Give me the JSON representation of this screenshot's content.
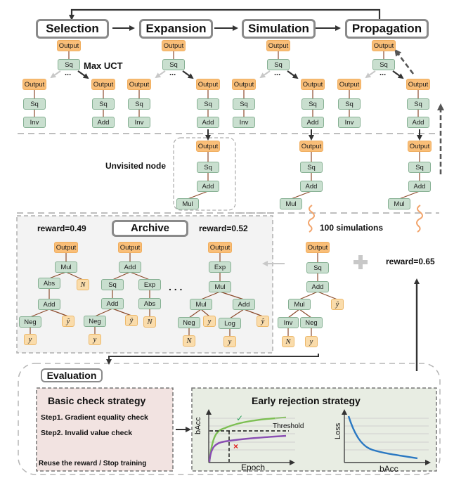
{
  "stages": {
    "selection": "Selection",
    "expansion": "Expansion",
    "simulation": "Simulation",
    "propagation": "Propagation"
  },
  "annotations": {
    "max_uct": "Max UCT",
    "unvisited_node": "Unvisited node",
    "simulations": "100 simulations",
    "ellipsis": "...",
    "archive_ellipsis": ". . ."
  },
  "archive": {
    "title": "Archive",
    "reward_left": "reward=0.49",
    "reward_right": "reward=0.52"
  },
  "new_candidate": {
    "reward": "reward=0.65"
  },
  "nodes": {
    "output": "Output",
    "sq": "Sq",
    "inv": "Inv",
    "add": "Add",
    "mul": "Mul",
    "abs": "Abs",
    "neg": "Neg",
    "exp": "Exp",
    "log": "Log",
    "N": "N",
    "y": "y",
    "yhat": "ŷ"
  },
  "evaluation": {
    "title": "Evaluation",
    "basic": {
      "title": "Basic check strategy",
      "step1": "Step1. Gradient equality check",
      "step2": "Step2. Invalid value check",
      "footer": "Reuse the reward / Stop training"
    },
    "early": {
      "title": "Early rejection strategy",
      "chart1": {
        "ylabel": "bAcc",
        "xlabel": "Epoch",
        "threshold_label": "Threshold",
        "pass_mark": "✓",
        "fail_mark": "×"
      },
      "chart2": {
        "ylabel": "Loss",
        "xlabel": "bAcc"
      }
    }
  },
  "colors": {
    "operator_fill": "#c9dfcf",
    "output_fill": "#f9be78",
    "leaf_fill": "#fadcab",
    "edge": "#8b4a2b",
    "arrow": "#333333",
    "dashed": "#b5b5b5",
    "basic_panel": "#f2e3e1",
    "early_panel": "#e8ede3",
    "archive_panel": "#f3f3f3",
    "pass_curve": "#7cbf52",
    "fail_curve": "#8a4fb3",
    "loss_curve": "#2a78c2",
    "check": "#2aa35a",
    "cross": "#e02020"
  }
}
